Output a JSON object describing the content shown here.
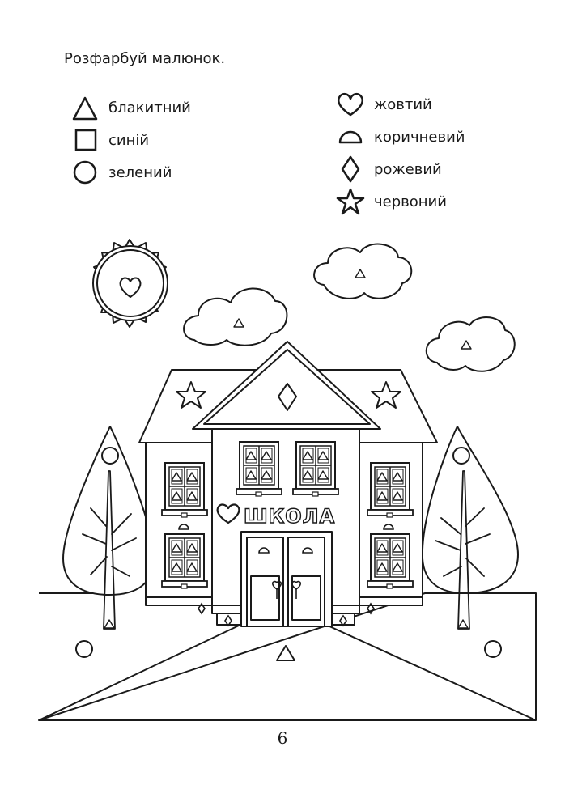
{
  "instruction": "Розфарбуй малюнок.",
  "legend": {
    "left": [
      {
        "icon": "triangle-icon",
        "label": "блакитний"
      },
      {
        "icon": "square-icon",
        "label": "синій"
      },
      {
        "icon": "circle-icon",
        "label": "зелений"
      }
    ],
    "right": [
      {
        "icon": "heart-icon",
        "label": "жовтий"
      },
      {
        "icon": "half-circle-icon",
        "label": "коричневий"
      },
      {
        "icon": "diamond-icon",
        "label": "рожевий"
      },
      {
        "icon": "star-icon",
        "label": "червоний"
      }
    ]
  },
  "picture": {
    "sign": "ШКОЛА"
  },
  "page_number": "6"
}
